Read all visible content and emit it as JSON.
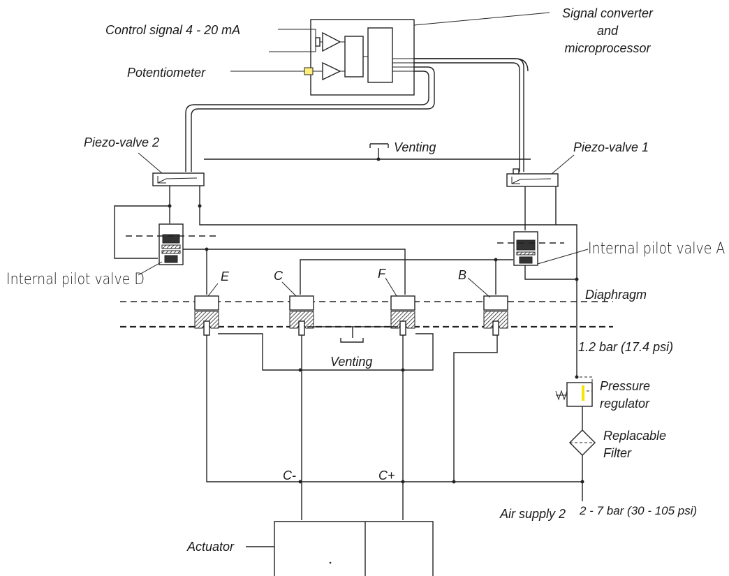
{
  "labels": {
    "control_signal": "Control signal 4 - 20 mA",
    "potentiometer": "Potentiometer",
    "signal_converter_l1": "Signal converter",
    "signal_converter_l2": "and",
    "signal_converter_l3": "microprocessor",
    "piezo_valve_2": "Piezo-valve 2",
    "piezo_valve_1": "Piezo-valve 1",
    "venting_top": "Venting",
    "venting_mid": "Venting",
    "internal_pilot_a": "Internal pilot valve A",
    "internal_pilot_d": "Internal pilot valve D",
    "valve_e": "E",
    "valve_c": "C",
    "valve_f": "F",
    "valve_b": "B",
    "diaphragm": "Diaphragm",
    "pressure_low": "1.2 bar (17.4 psi)",
    "pressure_regulator_l1": "Pressure",
    "pressure_regulator_l2": "regulator",
    "filter_l1": "Replacable",
    "filter_l2": "Filter",
    "c_minus": "C-",
    "c_plus": "C+",
    "air_supply": "Air supply 2",
    "air_supply_range": "2 - 7 bar (30 - 105 psi)",
    "actuator": "Actuator"
  }
}
